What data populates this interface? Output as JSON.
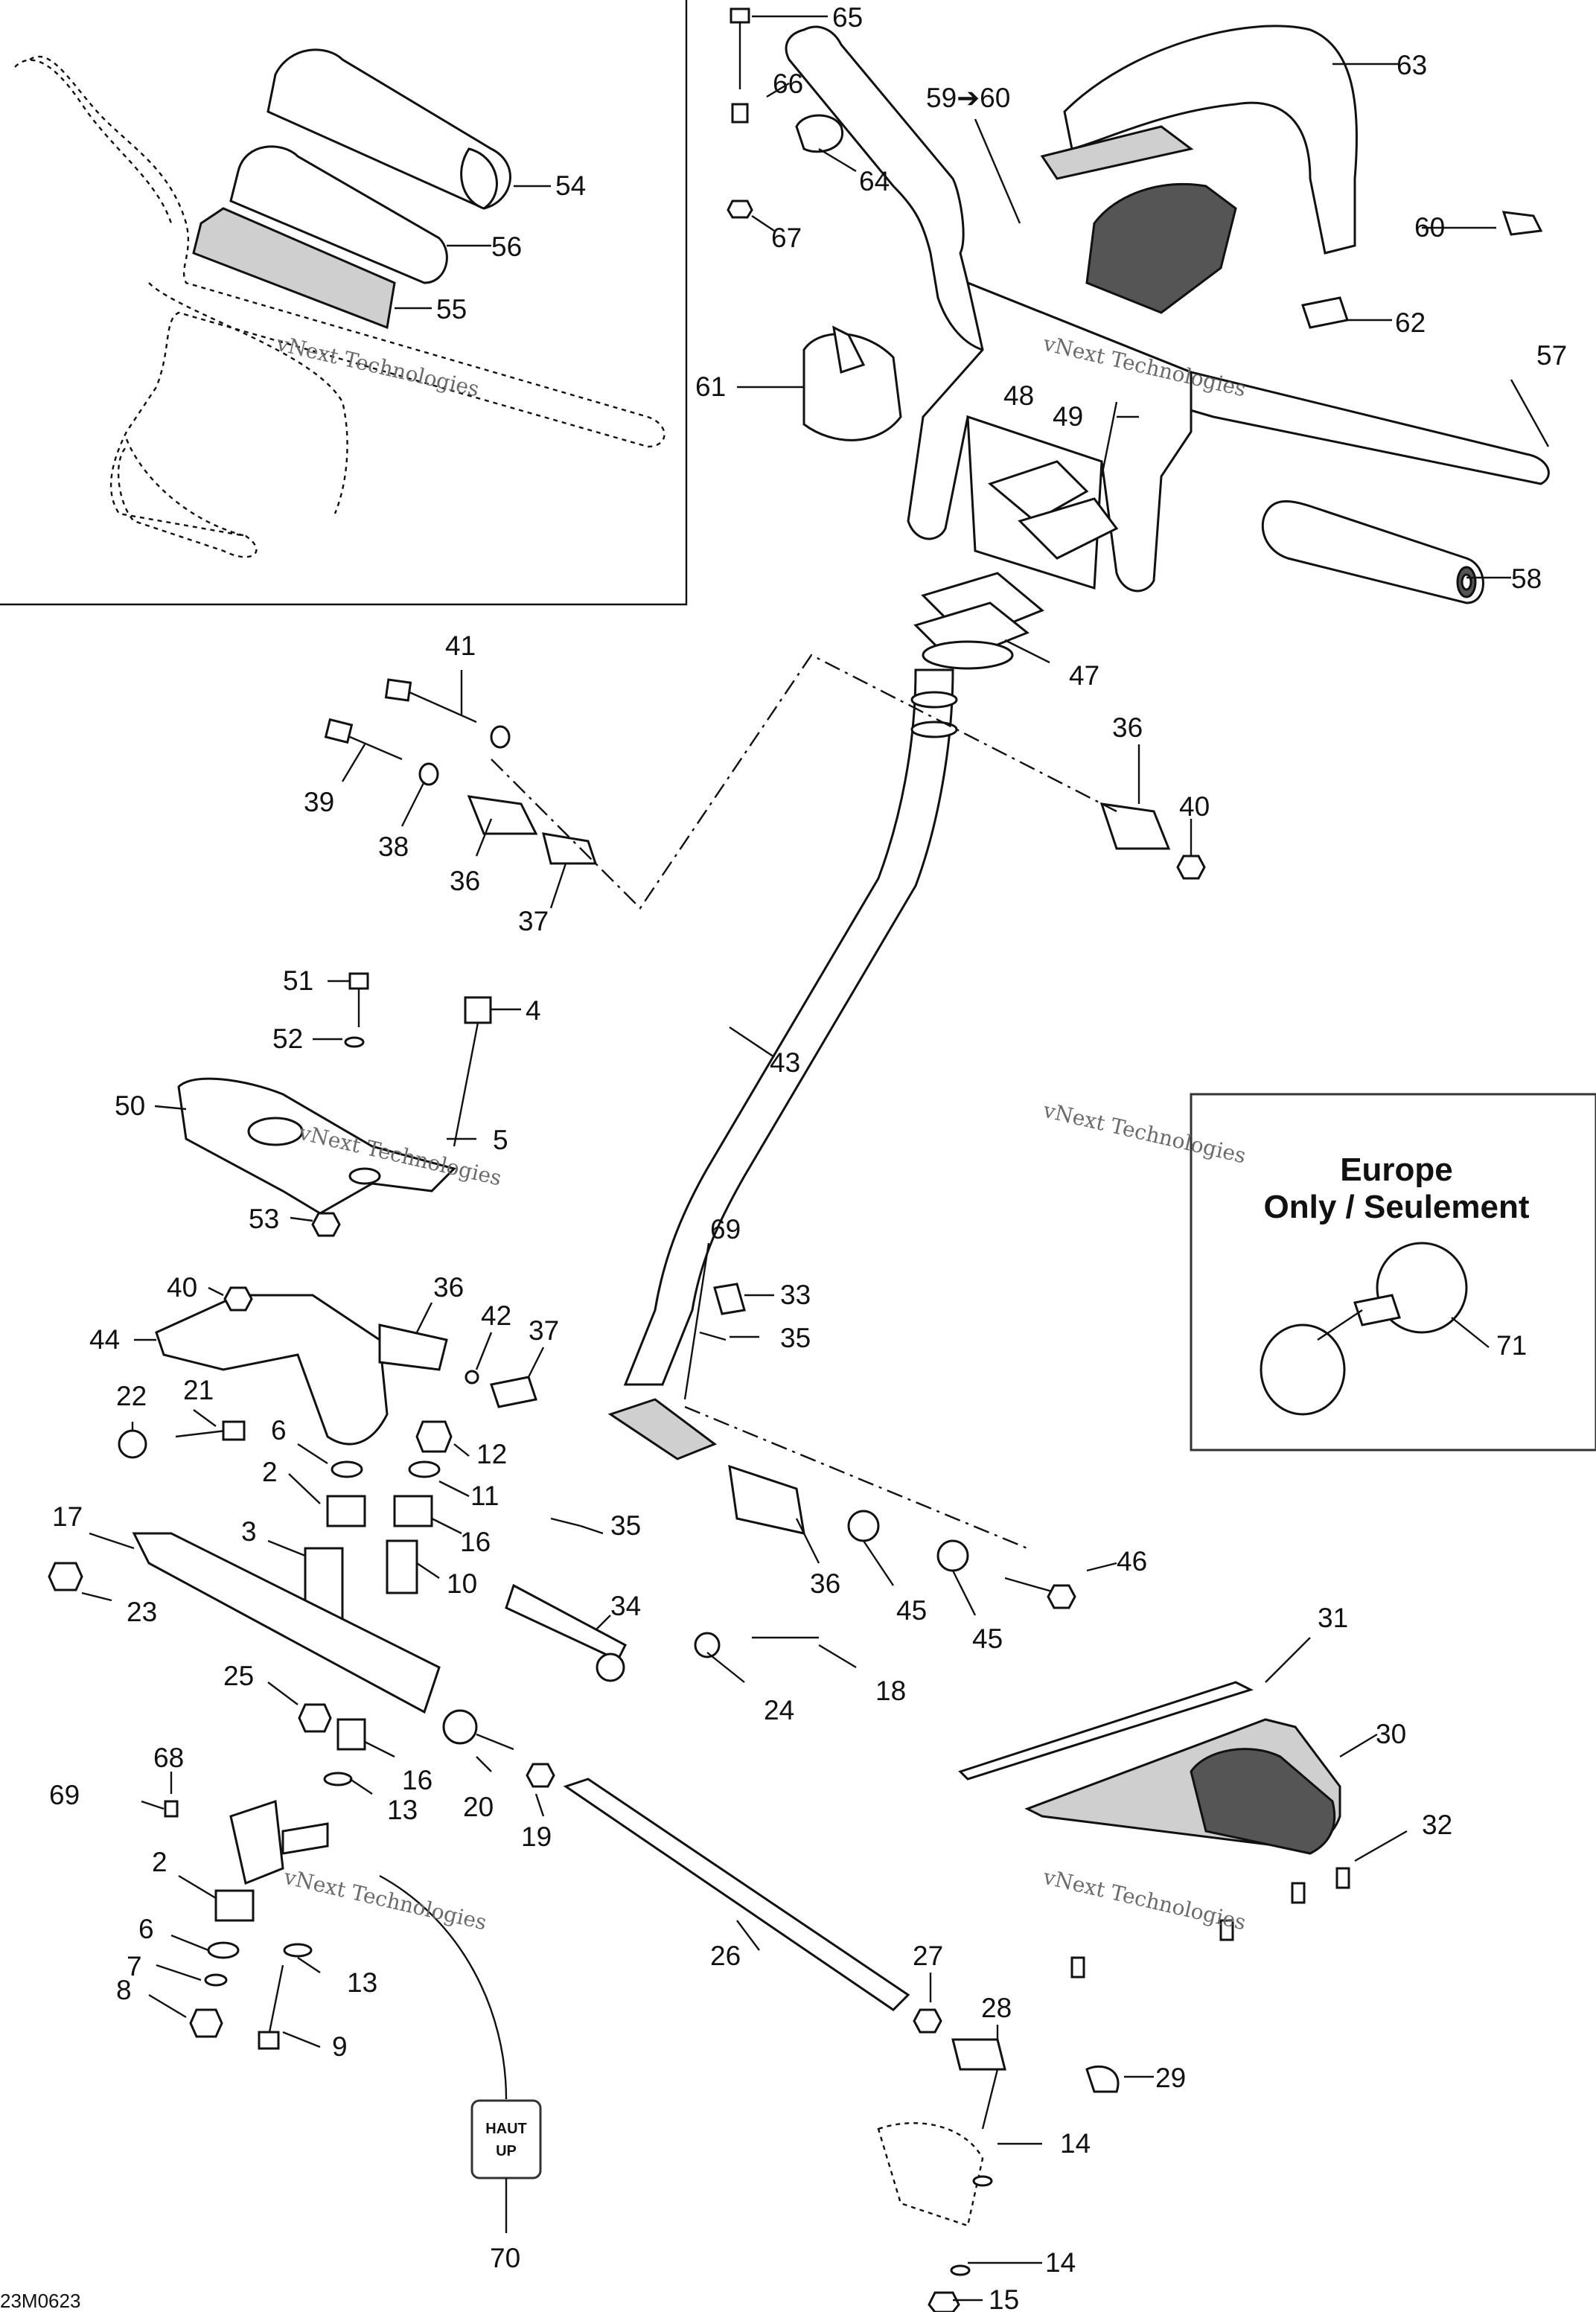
{
  "figure_code": "23M0623",
  "watermark": {
    "line1": "vNext Technologies",
    "line2": "vNext",
    "line3": "Technologies"
  },
  "europe_box": {
    "title_line1": "Europe",
    "title_line2": "Only / Seulement",
    "part": "71"
  },
  "tag": {
    "line1": "HAUT",
    "line2": "UP",
    "part": "70"
  },
  "callouts": [
    {
      "id": "65",
      "label": "65"
    },
    {
      "id": "66",
      "label": "66"
    },
    {
      "id": "64",
      "label": "64"
    },
    {
      "id": "67",
      "label": "67"
    },
    {
      "id": "63",
      "label": "63"
    },
    {
      "id": "59-60",
      "label": "59➔60"
    },
    {
      "id": "60",
      "label": "60"
    },
    {
      "id": "62",
      "label": "62"
    },
    {
      "id": "57",
      "label": "57"
    },
    {
      "id": "61",
      "label": "61"
    },
    {
      "id": "48",
      "label": "48"
    },
    {
      "id": "49",
      "label": "49"
    },
    {
      "id": "58",
      "label": "58"
    },
    {
      "id": "47",
      "label": "47"
    },
    {
      "id": "54",
      "label": "54"
    },
    {
      "id": "56",
      "label": "56"
    },
    {
      "id": "55",
      "label": "55"
    },
    {
      "id": "41",
      "label": "41"
    },
    {
      "id": "39",
      "label": "39"
    },
    {
      "id": "38",
      "label": "38"
    },
    {
      "id": "36a",
      "label": "36"
    },
    {
      "id": "37a",
      "label": "37"
    },
    {
      "id": "36b",
      "label": "36"
    },
    {
      "id": "40a",
      "label": "40"
    },
    {
      "id": "51",
      "label": "51"
    },
    {
      "id": "4",
      "label": "4"
    },
    {
      "id": "52",
      "label": "52"
    },
    {
      "id": "50",
      "label": "50"
    },
    {
      "id": "5",
      "label": "5"
    },
    {
      "id": "53",
      "label": "53"
    },
    {
      "id": "43",
      "label": "43"
    },
    {
      "id": "69a",
      "label": "69"
    },
    {
      "id": "40b",
      "label": "40"
    },
    {
      "id": "44",
      "label": "44"
    },
    {
      "id": "36c",
      "label": "36"
    },
    {
      "id": "42",
      "label": "42"
    },
    {
      "id": "37b",
      "label": "37"
    },
    {
      "id": "33",
      "label": "33"
    },
    {
      "id": "35a",
      "label": "35"
    },
    {
      "id": "22",
      "label": "22"
    },
    {
      "id": "21",
      "label": "21"
    },
    {
      "id": "6a",
      "label": "6"
    },
    {
      "id": "12",
      "label": "12"
    },
    {
      "id": "2a",
      "label": "2"
    },
    {
      "id": "11",
      "label": "11"
    },
    {
      "id": "17",
      "label": "17"
    },
    {
      "id": "3",
      "label": "3"
    },
    {
      "id": "16a",
      "label": "16"
    },
    {
      "id": "10",
      "label": "10"
    },
    {
      "id": "35b",
      "label": "35"
    },
    {
      "id": "23",
      "label": "23"
    },
    {
      "id": "36d",
      "label": "36"
    },
    {
      "id": "46",
      "label": "46"
    },
    {
      "id": "34",
      "label": "34"
    },
    {
      "id": "45a",
      "label": "45"
    },
    {
      "id": "45b",
      "label": "45"
    },
    {
      "id": "31",
      "label": "31"
    },
    {
      "id": "25",
      "label": "25"
    },
    {
      "id": "24",
      "label": "24"
    },
    {
      "id": "18",
      "label": "18"
    },
    {
      "id": "30",
      "label": "30"
    },
    {
      "id": "68",
      "label": "68"
    },
    {
      "id": "69b",
      "label": "69"
    },
    {
      "id": "16b",
      "label": "16"
    },
    {
      "id": "20",
      "label": "20"
    },
    {
      "id": "19",
      "label": "19"
    },
    {
      "id": "32",
      "label": "32"
    },
    {
      "id": "13a",
      "label": "13"
    },
    {
      "id": "2b",
      "label": "2"
    },
    {
      "id": "6b",
      "label": "6"
    },
    {
      "id": "26",
      "label": "26"
    },
    {
      "id": "27",
      "label": "27"
    },
    {
      "id": "7",
      "label": "7"
    },
    {
      "id": "13b",
      "label": "13"
    },
    {
      "id": "8",
      "label": "8"
    },
    {
      "id": "9",
      "label": "9"
    },
    {
      "id": "28",
      "label": "28"
    },
    {
      "id": "29",
      "label": "29"
    },
    {
      "id": "14a",
      "label": "14"
    },
    {
      "id": "14b",
      "label": "14"
    },
    {
      "id": "15",
      "label": "15"
    },
    {
      "id": "70",
      "label": "70"
    },
    {
      "id": "71",
      "label": "71"
    }
  ]
}
